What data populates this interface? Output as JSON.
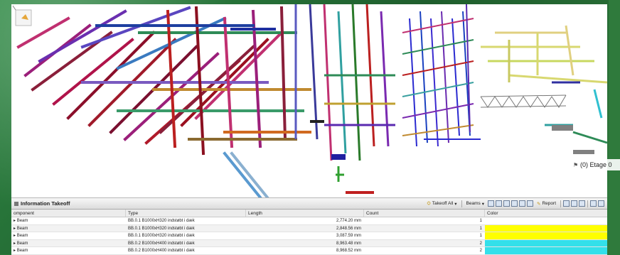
{
  "panel": {
    "title": "Information Takeoff",
    "toolbar": {
      "takeoff_label": "Takeoff All",
      "beams_label": "Beams",
      "report_label": "Report"
    },
    "columns": [
      "omponent",
      "Type",
      "Length",
      "Count",
      "Color"
    ],
    "rows": [
      {
        "component": "Beam",
        "type": "BB.0.1 B1000xH320 indstøbt i dæk",
        "length": "2,774.20 mm",
        "count": "1",
        "color": "#ffffff"
      },
      {
        "component": "Beam",
        "type": "BB.0.1 B1000xH320 indstøbt i dæk",
        "length": "2,848.56 mm",
        "count": "1",
        "color": "#ffff00"
      },
      {
        "component": "Beam",
        "type": "BB.0.1 B1000xH320 indstøbt i dæk",
        "length": "3,087.59 mm",
        "count": "1",
        "color": "#ffff00"
      },
      {
        "component": "Beam",
        "type": "BB.0.2 B1000xH400 indstøbt i dæk",
        "length": "8,963.48 mm",
        "count": "2",
        "color": "#33e0ea"
      },
      {
        "component": "Beam",
        "type": "BB.0.2 B1000xH400 indstøbt i dæk",
        "length": "8,968.52 mm",
        "count": "2",
        "color": "#33e0ea"
      }
    ]
  },
  "viewport": {
    "level_label": "(0) Etage 0"
  }
}
